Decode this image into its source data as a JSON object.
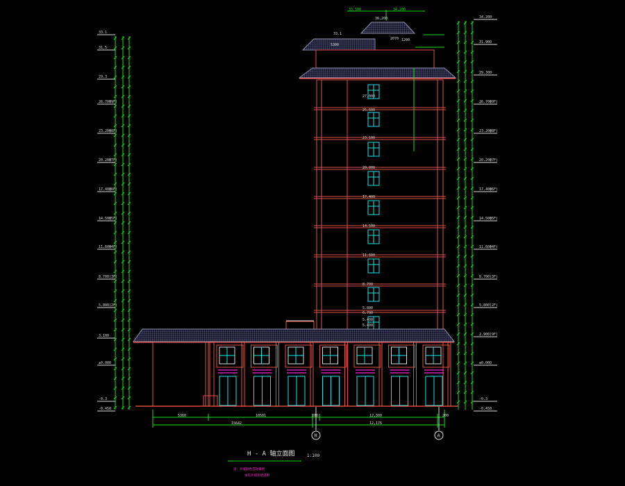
{
  "drawing": {
    "title": "H - A 轴立面图",
    "scale": "1:100",
    "notes": [
      "注：外墙颜色见效果图",
      "详见外墙装修说明"
    ]
  },
  "axes": {
    "left_bubble": "H",
    "right_bubble": "A"
  },
  "dimensions": {
    "bottom_row1": [
      "5360",
      "10581",
      "200",
      "12,300",
      "200"
    ],
    "bottom_row2": [
      "15642",
      "12,176"
    ]
  },
  "levels": {
    "left": [
      "33.1",
      "31.5",
      "29.3",
      "26.700",
      "23.200",
      "20.200",
      "17.400",
      "14.500",
      "11.600",
      "8.700",
      "5.800",
      "3.100",
      "±0.000",
      "-0.3",
      "-0.450"
    ],
    "right": [
      "34.200",
      "31.900",
      "29.300",
      "26.700",
      "23.200",
      "20.200",
      "17.400",
      "14.500",
      "11.600",
      "8.700",
      "5.800",
      "2.900",
      "±0.000",
      "-0.3",
      "-0.450"
    ],
    "floor_tags": [
      "(9F)",
      "(8F)",
      "(7F)",
      "(6F)",
      "(5F)",
      "(4F)",
      "(3F)",
      "(2F)"
    ],
    "center_marks": [
      "27.000",
      "25.600",
      "23.100",
      "20.000",
      "17.400",
      "14.500",
      "11.600",
      "8.700",
      "5.800",
      "6.700",
      "5.400",
      "5.400"
    ]
  },
  "top_marks": {
    "peak": "36.200",
    "left_tag": "33.500",
    "right_tag": "34.200",
    "small": [
      "33.1",
      "5300",
      "2070",
      "1200"
    ]
  },
  "colors": {
    "background": "#000000",
    "structure": "#e0524a",
    "dimension": "#19e019",
    "window": "#1fe6e6",
    "accent": "#ff2bd6",
    "text": "#dcdcdc"
  }
}
